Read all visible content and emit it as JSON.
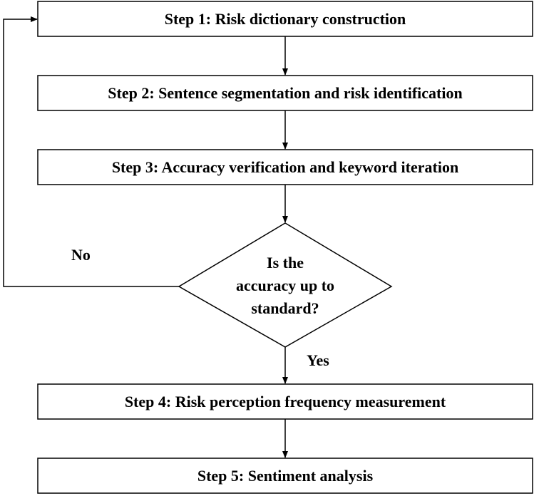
{
  "steps": [
    {
      "label": "Step 1: Risk dictionary construction"
    },
    {
      "label": "Step 2: Sentence segmentation and risk identification"
    },
    {
      "label": "Step 3: Accuracy verification and keyword iteration"
    },
    {
      "label": "Step 4: Risk perception frequency measurement"
    },
    {
      "label": "Step 5: Sentiment analysis"
    }
  ],
  "decision": {
    "lines": [
      "Is the",
      "accuracy up to",
      "standard?"
    ]
  },
  "branches": {
    "no": "No",
    "yes": "Yes"
  }
}
